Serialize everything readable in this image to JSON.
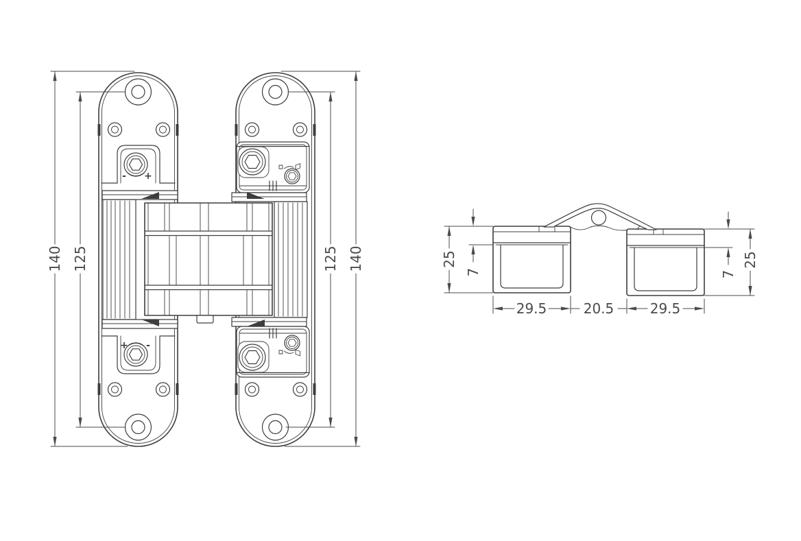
{
  "drawing_type": "concealed-hinge-technical-drawing",
  "front_view": {
    "overall_height_left": "140",
    "hole_spacing_left": "125",
    "hole_spacing_right": "125",
    "overall_height_right": "140",
    "top_adjust_minus": "-",
    "top_adjust_plus": "+",
    "bottom_adjust_plus": "+",
    "bottom_adjust_minus": "-"
  },
  "side_view": {
    "left_depth_total": "25",
    "left_flange_depth": "7",
    "right_flange_depth": "7",
    "right_depth_total": "25",
    "left_leaf_width": "29.5",
    "center_gap": "20.5",
    "right_leaf_width": "29.5"
  },
  "colors": {
    "line": "#3d3d3d",
    "dimension": "#4a4a4a",
    "background": "#ffffff"
  }
}
